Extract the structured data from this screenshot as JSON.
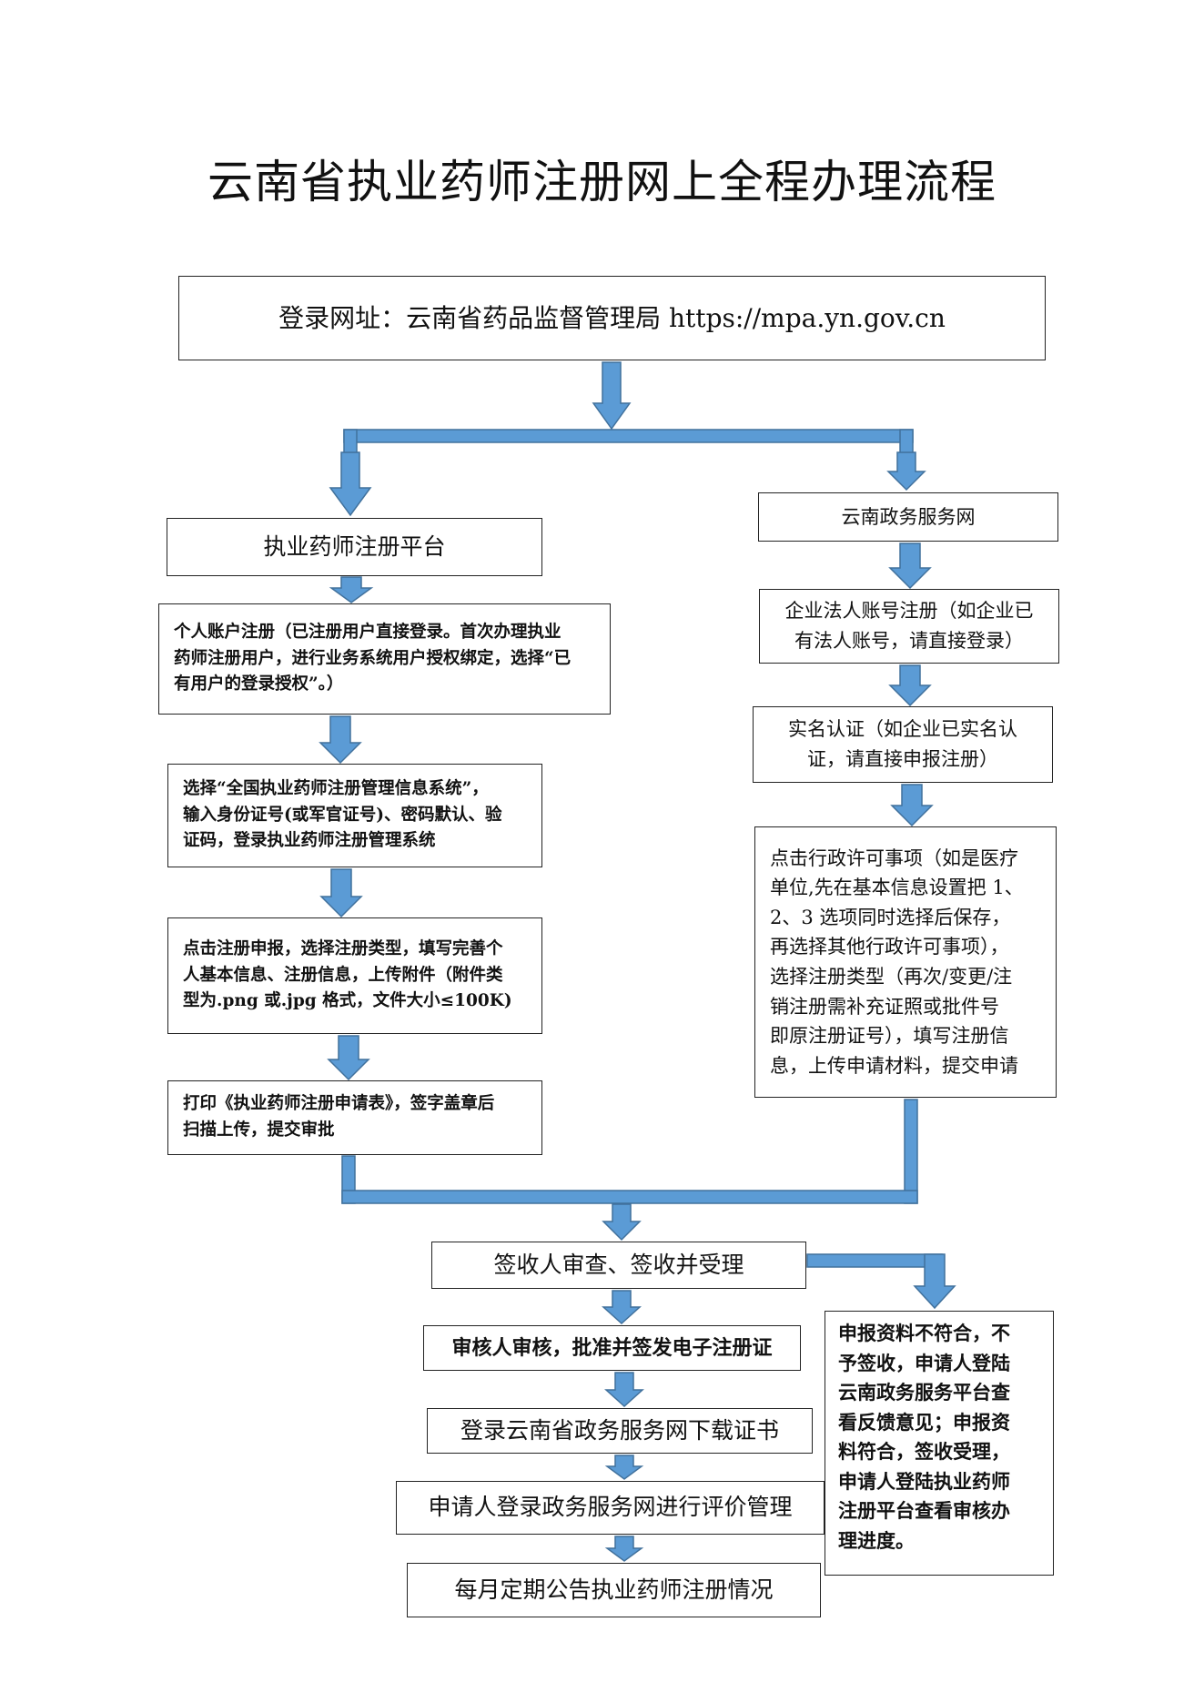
{
  "title": "云南省执业药师注册网上全程办理流程",
  "colors": {
    "arrow": "#5b9bd5",
    "arrow_border": "#41719c",
    "box_border": "#222222"
  },
  "nodes": {
    "login": "登录网址：云南省药品监督管理局 https://mpa.yn.gov.cn",
    "platform": "执业药师注册平台",
    "personal": [
      "个人账户注册（已注册用户直接登录。首次办理执业",
      "药师注册用户，进行业务系统用户授权绑定，选择“已",
      "有用户的登录授权”。）"
    ],
    "select": [
      "选择“全国执业药师注册管理信息系统”，",
      "输入身份证号(或军官证号)、密码默认、验",
      "证码，登录执业药师注册管理系统"
    ],
    "apply": [
      "点击注册申报，选择注册类型，填写完善个",
      "人基本信息、注册信息，上传附件（附件类",
      "型为.png 或.jpg 格式，文件大小≤100K)"
    ],
    "print": [
      "打印《执业药师注册申请表》，签字盖章后",
      "扫描上传，提交审批"
    ],
    "gov": "云南政务服务网",
    "corp": [
      "企业法人账号注册（如企业已",
      "有法人账号，请直接登录）"
    ],
    "realname": [
      "实名认证（如企业已实名认",
      "证，请直接申报注册）"
    ],
    "admin": [
      "点击行政许可事项（如是医疗",
      "单位,先在基本信息设置把 1、",
      "2、3 选项同时选择后保存，",
      "再选择其他行政许可事项），",
      "选择注册类型（再次/变更/注",
      "销注册需补充证照或批件号",
      "即原注册证号），填写注册信",
      "息，上传申请材料，提交申请"
    ],
    "receive": "签收人审查、签收并受理",
    "review": "审核人审核，批准并签发电子注册证",
    "download": "登录云南省政务服务网下载证书",
    "evaluate": "申请人登录政务服务网进行评价管理",
    "monthly": "每月定期公告执业药师注册情况",
    "note": [
      "申报资料不符合，不",
      "予签收，申请人登陆",
      "云南政务服务平台查",
      "看反馈意见；申报资",
      "料符合，签收受理，",
      "申请人登陆执业药师",
      "注册平台查看审核办",
      "理进度。"
    ]
  }
}
